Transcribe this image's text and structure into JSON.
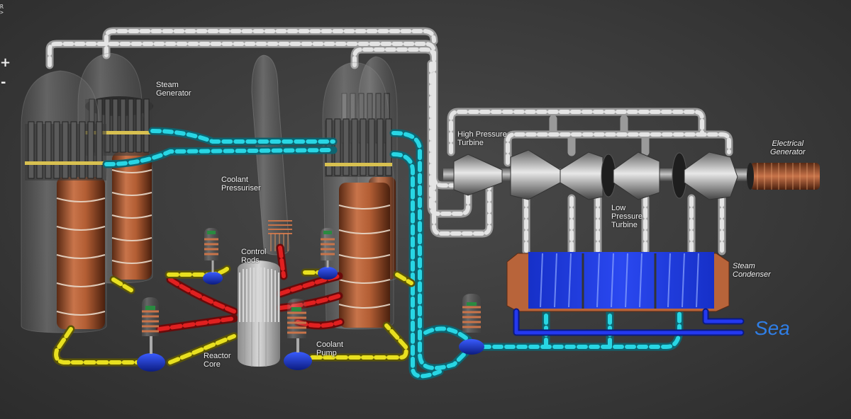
{
  "labels": {
    "steam_generator": "Steam\nGenerator",
    "coolant_pressuriser": "Coolant\nPressuriser",
    "control_rods": "Control\nRods",
    "reactor_core": "Reactor\nCore",
    "coolant_pump": "Coolant\nPump",
    "high_pressure_turbine": "High Pressure\nTurbine",
    "low_pressure_turbine": "Low\nPressure\nTurbine",
    "electrical_generator": "Electrical\nGenerator",
    "steam_condenser": "Steam\nCondenser",
    "sea": "Sea"
  },
  "controls": {
    "zoom_in": "+",
    "zoom_out": "-",
    "corner_glyph": "R\n>"
  },
  "colors": {
    "background": "#3a3a3a",
    "steam_pipe": "#cfcfcf",
    "secondary_coolant_pipe": "#1fb0b8",
    "primary_hot_pipe": "#c81818",
    "primary_cold_pipe": "#c8c020",
    "sea_water_pipe": "#1a3ad0",
    "copper": "#b8643a",
    "condenser_water": "#1c38e0",
    "sea_text": "#2f7ee6"
  }
}
